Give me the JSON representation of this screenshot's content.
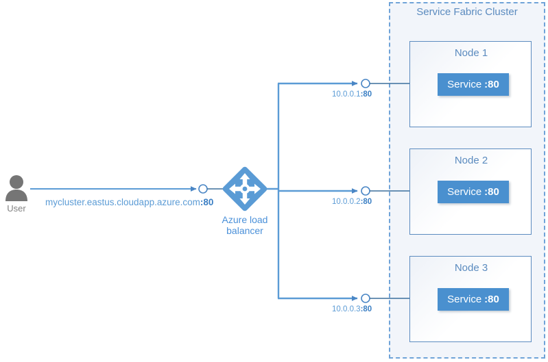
{
  "diagram": {
    "title": "Azure load balancer to Service Fabric Cluster",
    "colors": {
      "cluster_fill": "#f2f5fa",
      "cluster_border": "#6fa3d8",
      "node_border": "#5b8bbf",
      "service_fill": "#4a90cf",
      "service_text": "#ffffff",
      "link_blue": "#5b9bd5",
      "link_dark": "#3c6e9f",
      "label_blue": "#5b8bbf",
      "user_gray": "#808080"
    }
  },
  "actor": {
    "icon": "user-icon",
    "label": "User"
  },
  "ingress": {
    "endpoint_host": "mycluster.eastus.cloudapp.azure.com",
    "endpoint_port": ":80"
  },
  "load_balancer": {
    "icon": "load-balancer-icon",
    "label_line1": "Azure load",
    "label_line2": "balancer"
  },
  "cluster": {
    "title": "Service Fabric Cluster",
    "nodes": [
      {
        "title": "Node 1",
        "ip_address": "10.0.0.1",
        "ip_port": ":80",
        "service_label": "Service",
        "service_port": ":80"
      },
      {
        "title": "Node 2",
        "ip_address": "10.0.0.2",
        "ip_port": ":80",
        "service_label": "Service",
        "service_port": ":80"
      },
      {
        "title": "Node 3",
        "ip_address": "10.0.0.3",
        "ip_port": ":80",
        "service_label": "Service",
        "service_port": ":80"
      }
    ]
  }
}
